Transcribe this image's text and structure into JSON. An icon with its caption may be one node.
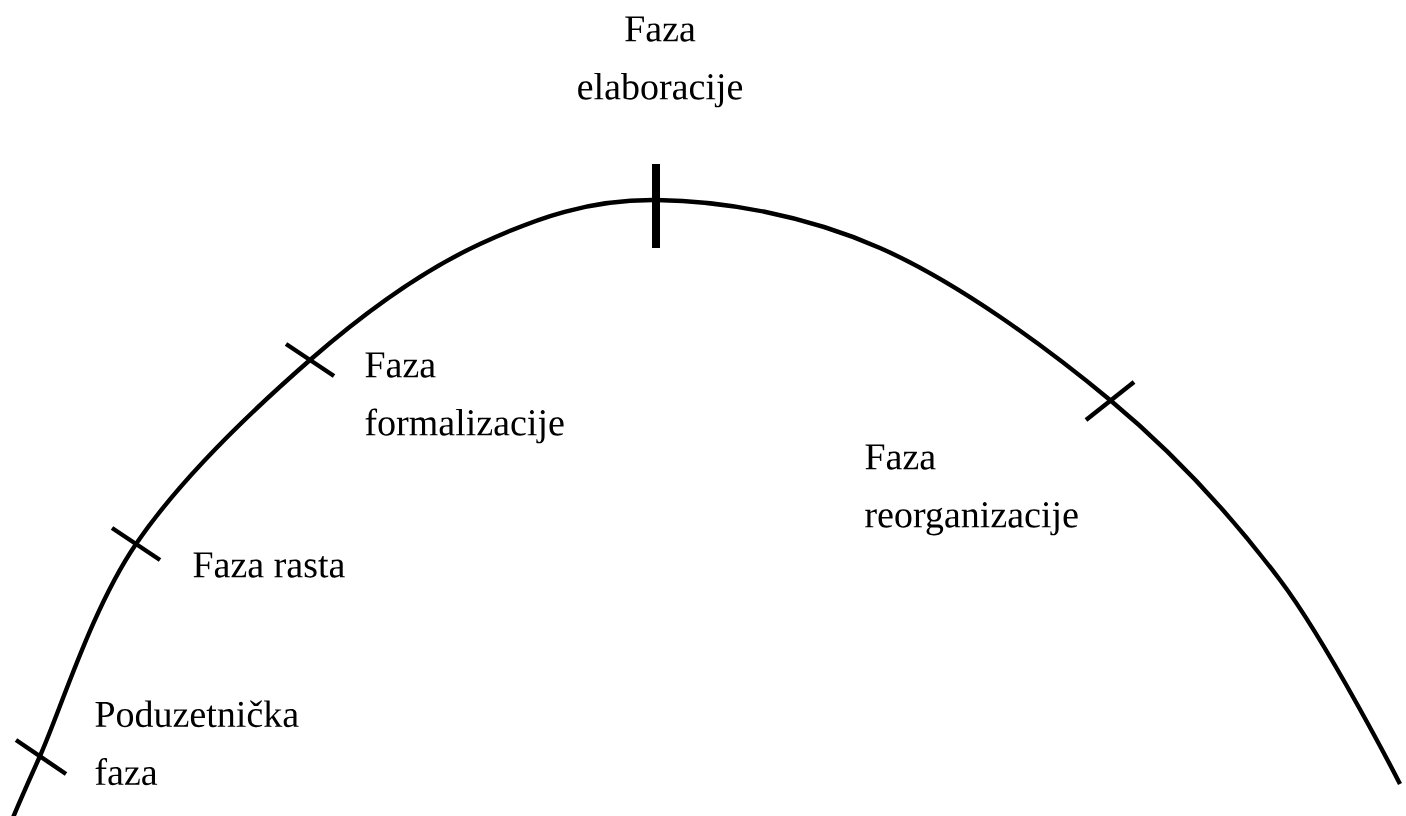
{
  "diagram": {
    "labels": [
      "Faza elaboracije",
      "Faza formalizacije",
      "Faza reorganizacije",
      "Faza rasta",
      "Poduzetnička faza"
    ]
  }
}
